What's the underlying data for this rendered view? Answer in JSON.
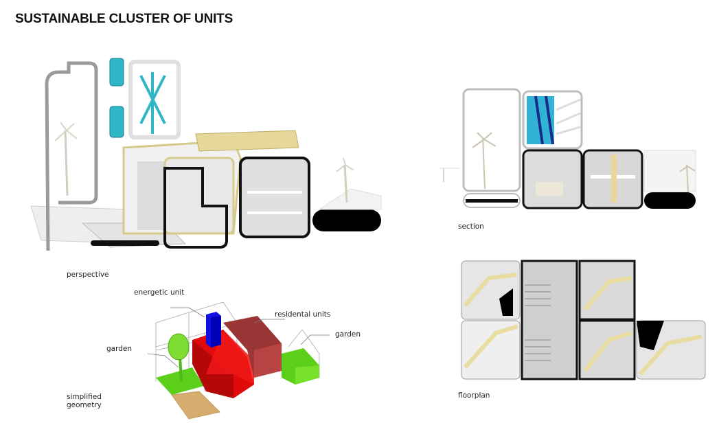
{
  "page": {
    "title": "SUSTAINABLE CLUSTER OF UNITS"
  },
  "panels": {
    "perspective": {
      "caption": "perspective"
    },
    "section": {
      "caption": "section"
    },
    "floorplan": {
      "caption": "floorplan"
    },
    "simplified_geometry": {
      "caption_line1": "simplified",
      "caption_line2": "geometry",
      "annotations": {
        "energetic_unit": "energetic unit",
        "residential_units": "residental units",
        "garden_left": "garden",
        "garden_right": "garden"
      }
    }
  },
  "colors": {
    "energetic_unit": "#1010e0",
    "residential_red": "#e00a0a",
    "residential_dark": "#9a3535",
    "garden_green": "#5ccf1a",
    "ground_tan": "#d6ad6e",
    "solar_teal": "#2fb7c8",
    "accent_gold": "#e6d79a"
  }
}
